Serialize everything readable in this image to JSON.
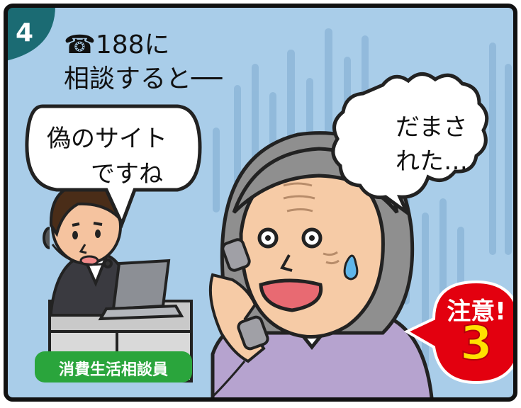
{
  "panel": {
    "number": "4",
    "caption_line1": "☎188に",
    "caption_line2": "相談すると──"
  },
  "balloon_counselor": {
    "line1": "偽のサイト",
    "line2": "ですね"
  },
  "balloon_woman": {
    "line1": "だまさ",
    "line2": "れた…"
  },
  "role_label": "消費生活相談員",
  "warning_badge": {
    "label": "注意!",
    "number": "3"
  },
  "colors": {
    "sky": "#a9cde9",
    "panel_badge": "#1b6b73",
    "role_label": "#2aa53c",
    "warning": "#e3000f",
    "warning_number": "#ffe100"
  }
}
